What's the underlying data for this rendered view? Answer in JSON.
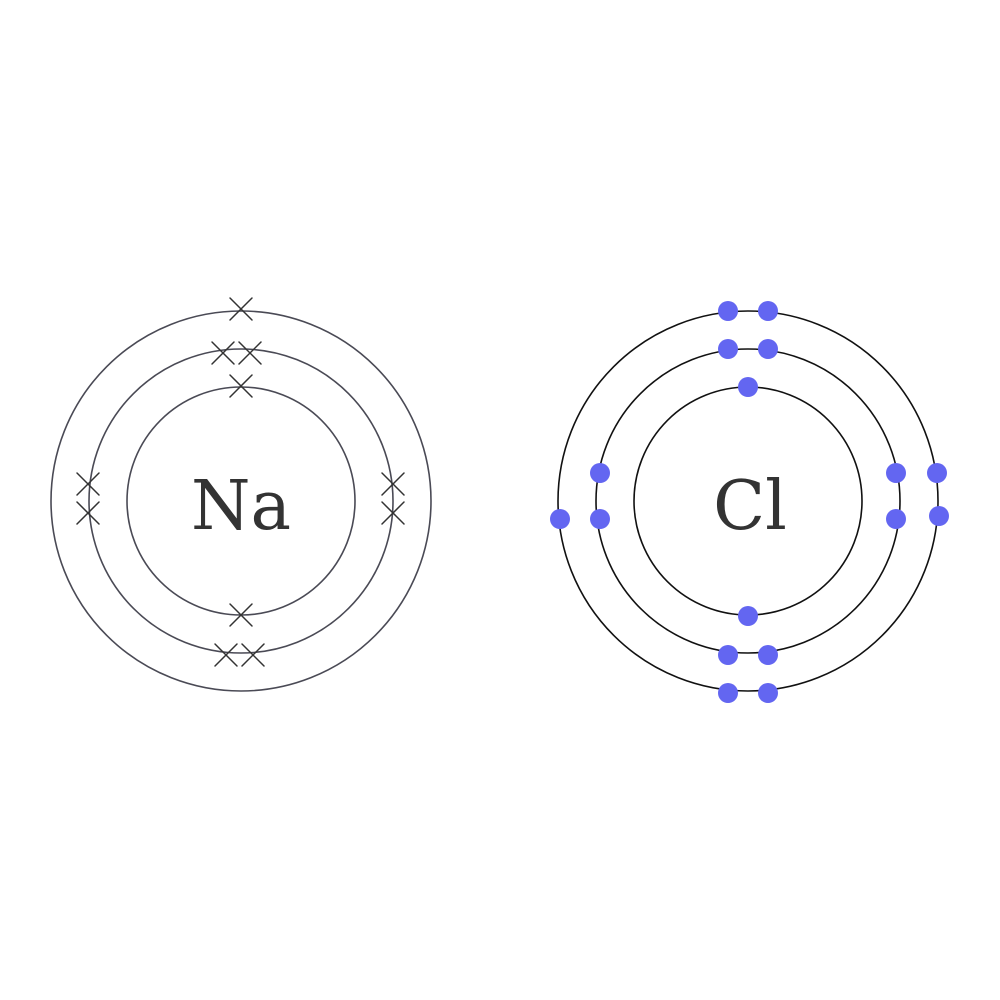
{
  "atoms": [
    {
      "symbol": "Na",
      "electron_marker": "cross",
      "shells": [
        {
          "electrons": 2
        },
        {
          "electrons": 8
        },
        {
          "electrons": 1
        }
      ]
    },
    {
      "symbol": "Cl",
      "electron_marker": "dot",
      "shells": [
        {
          "electrons": 2
        },
        {
          "electrons": 8
        },
        {
          "electrons": 7
        }
      ]
    }
  ],
  "colors": {
    "na_shell": "#4a4a55",
    "cl_shell": "#111111",
    "cross": "#333333",
    "dot": "#6366f1",
    "symbol": "#333333"
  }
}
